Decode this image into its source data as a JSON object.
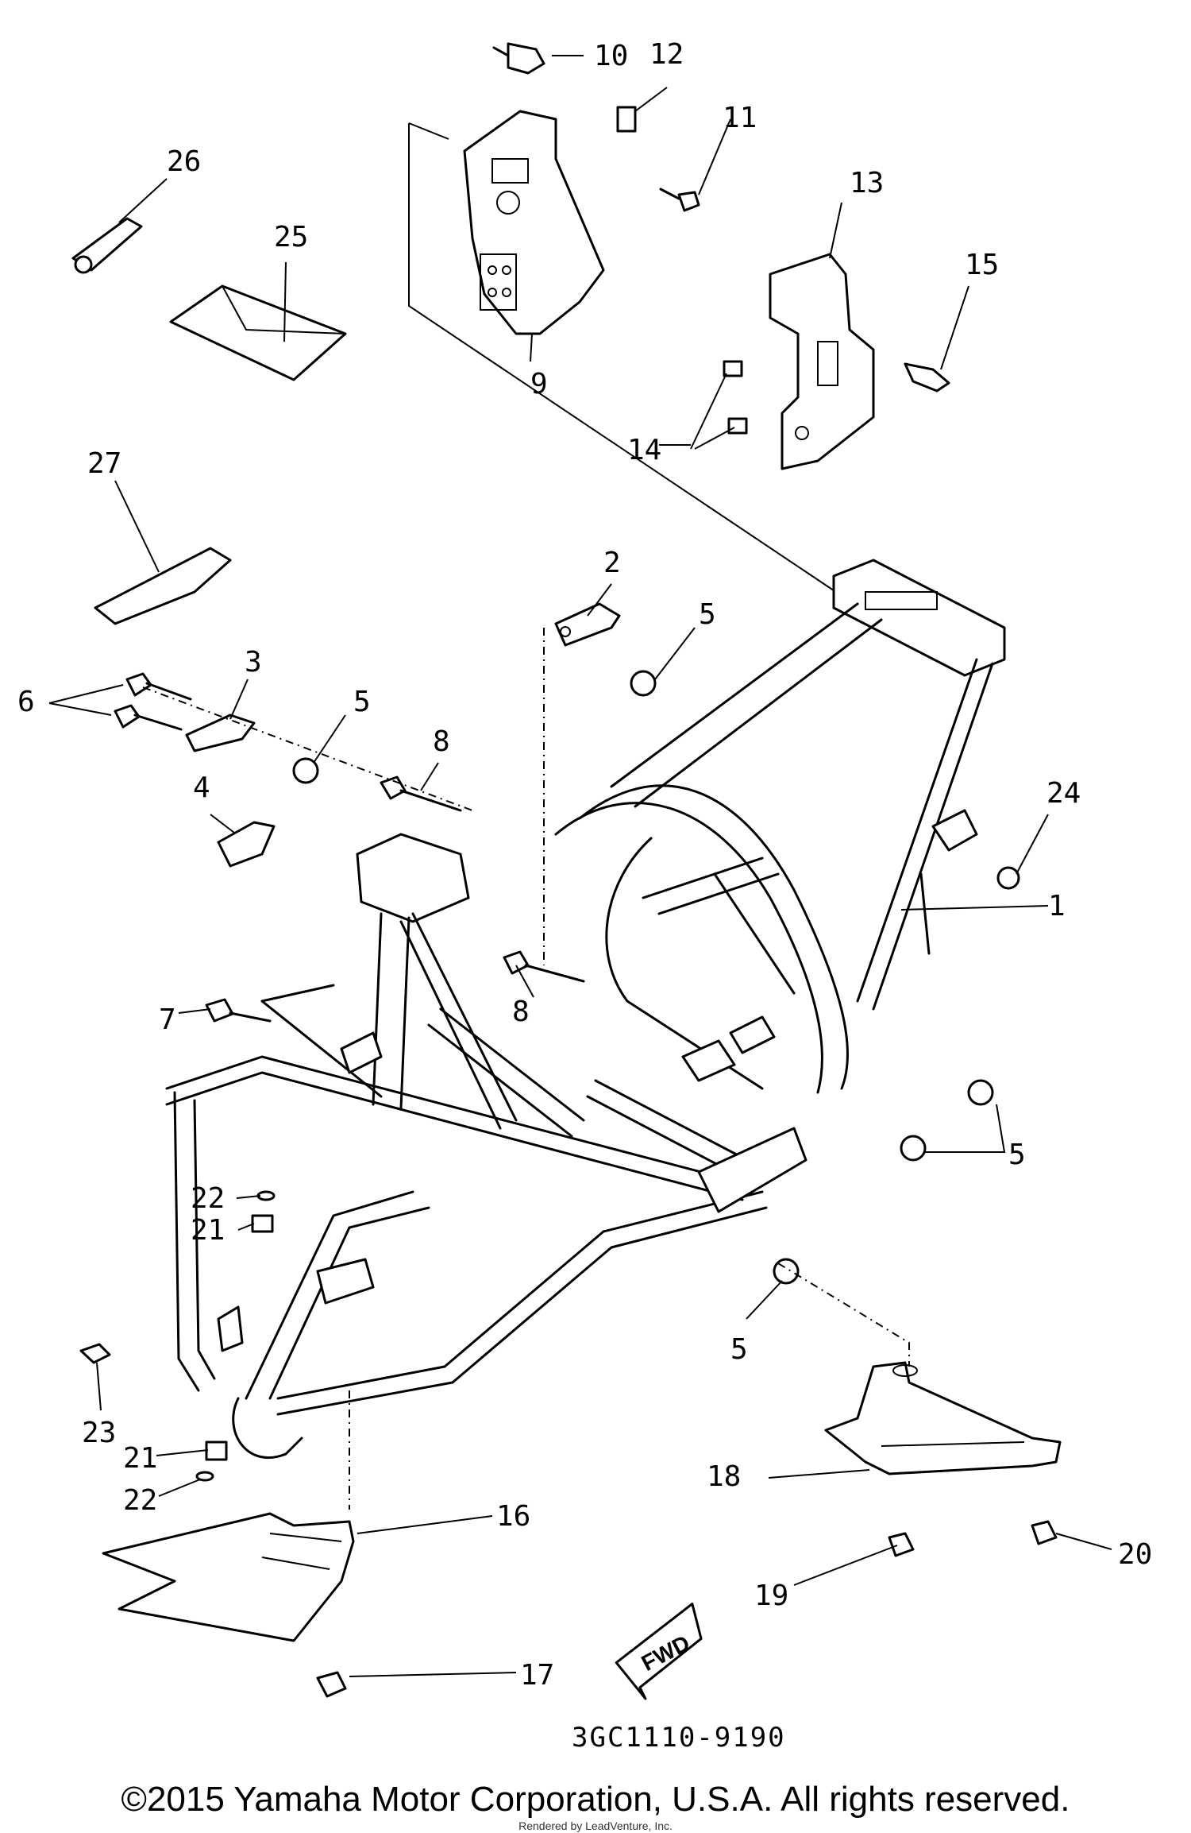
{
  "callouts": [
    "1",
    "2",
    "3",
    "4",
    "5",
    "6",
    "7",
    "8",
    "9",
    "10",
    "11",
    "12",
    "13",
    "14",
    "15",
    "16",
    "17",
    "18",
    "19",
    "20",
    "21",
    "22",
    "23",
    "24",
    "25",
    "26",
    "27"
  ],
  "part_code": "3GC1110-9190",
  "fwd_label": "FWD",
  "copyright": "©2015 Yamaha Motor Corporation, U.S.A. All rights reserved.",
  "rendered_by": "Rendered by LeadVenture, Inc."
}
